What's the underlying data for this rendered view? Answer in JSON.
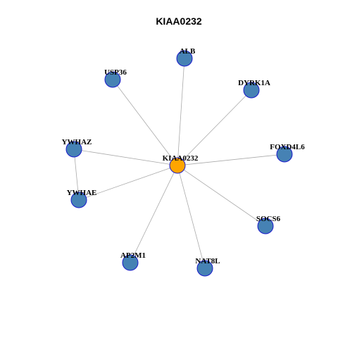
{
  "graph": {
    "title": "KIAA0232",
    "colors": {
      "center_fill": "#FFA500",
      "neighbor_fill": "#4682B4",
      "node_border": "#1A1ACC",
      "edge": "#AAAAAA"
    },
    "nodes": [
      {
        "id": "KIAA0232",
        "label": "KIAA0232",
        "role": "center"
      },
      {
        "id": "ALB",
        "label": "ALB",
        "role": "neighbor"
      },
      {
        "id": "USP36",
        "label": "USP36",
        "role": "neighbor"
      },
      {
        "id": "DYRK1A",
        "label": "DYRK1A",
        "role": "neighbor"
      },
      {
        "id": "YWHAZ",
        "label": "YWHAZ",
        "role": "neighbor"
      },
      {
        "id": "FOXD4L6",
        "label": "FOXD4L6",
        "role": "neighbor"
      },
      {
        "id": "YWHAE",
        "label": "YWHAE",
        "role": "neighbor"
      },
      {
        "id": "SOCS6",
        "label": "SOCS6",
        "role": "neighbor"
      },
      {
        "id": "AP2M1",
        "label": "AP2M1",
        "role": "neighbor"
      },
      {
        "id": "NAT8L",
        "label": "NAT8L",
        "role": "neighbor"
      }
    ],
    "edges": [
      [
        "KIAA0232",
        "ALB"
      ],
      [
        "KIAA0232",
        "USP36"
      ],
      [
        "KIAA0232",
        "DYRK1A"
      ],
      [
        "KIAA0232",
        "YWHAZ"
      ],
      [
        "KIAA0232",
        "FOXD4L6"
      ],
      [
        "KIAA0232",
        "YWHAE"
      ],
      [
        "KIAA0232",
        "SOCS6"
      ],
      [
        "KIAA0232",
        "AP2M1"
      ],
      [
        "KIAA0232",
        "NAT8L"
      ],
      [
        "YWHAZ",
        "YWHAE"
      ]
    ]
  }
}
